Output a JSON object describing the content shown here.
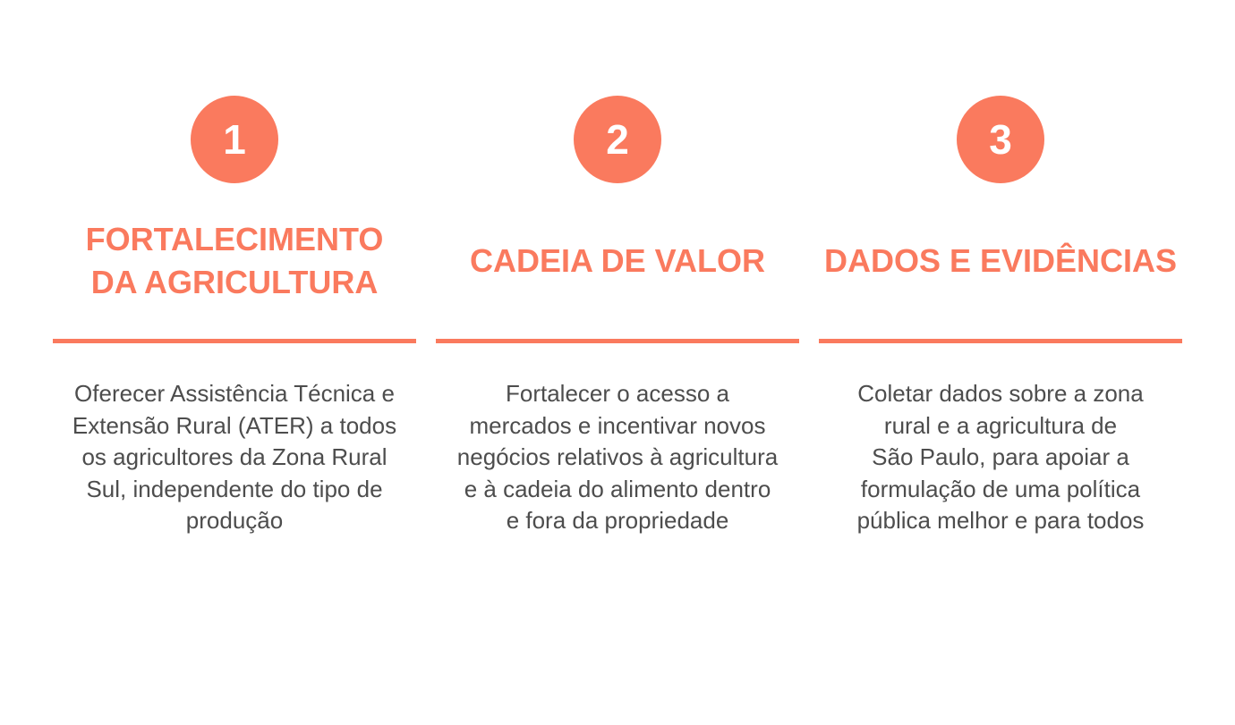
{
  "pillars": [
    {
      "number": "1",
      "title": "FORTALECIMENTO\nDA AGRICULTURA",
      "description": "Oferecer Assistência Técnica e\nExtensão Rural (ATER) a todos\nos agricultores da Zona Rural\nSul, independente do tipo de\nprodução"
    },
    {
      "number": "2",
      "title": "CADEIA DE VALOR",
      "description": "Fortalecer o acesso a\nmercados e incentivar novos\nnegócios relativos à agricultura\ne à cadeia do alimento dentro\ne fora da propriedade"
    },
    {
      "number": "3",
      "title": "DADOS E EVIDÊNCIAS",
      "description": "Coletar dados sobre a zona\nrural e a agricultura de\nSão Paulo, para apoiar a\nformulação de uma política\npública melhor e para todos"
    }
  ],
  "colors": {
    "accent": "#fa7a5e",
    "body_text": "#4d4d4d",
    "background": "#ffffff"
  }
}
